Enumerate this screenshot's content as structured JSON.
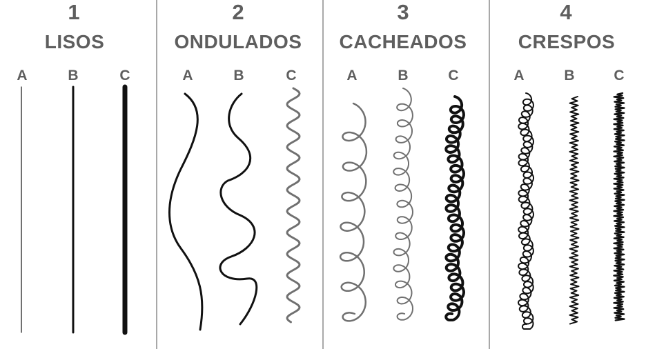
{
  "categories": [
    {
      "number": "1",
      "name": "LISOS",
      "subtypes": [
        "A",
        "B",
        "C"
      ]
    },
    {
      "number": "2",
      "name": "ONDULADOS",
      "subtypes": [
        "A",
        "B",
        "C"
      ]
    },
    {
      "number": "3",
      "name": "CACHEADOS",
      "subtypes": [
        "A",
        "B",
        "C"
      ]
    },
    {
      "number": "4",
      "name": "CRESPOS",
      "subtypes": [
        "A",
        "B",
        "C"
      ]
    }
  ],
  "colors": {
    "text": "#5e5e5e",
    "divider": "#8c8c8c",
    "hair_dark": "#111111",
    "hair_gray": "#707070"
  }
}
